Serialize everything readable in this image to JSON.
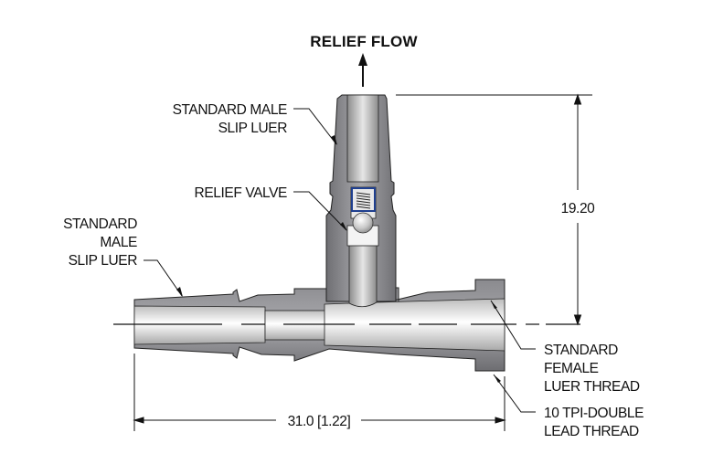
{
  "title": "RELIEF FLOW",
  "labels": {
    "top_male_luer": [
      "STANDARD MALE",
      "SLIP LUER"
    ],
    "relief_valve": [
      "RELIEF VALVE"
    ],
    "side_male_luer": [
      "STANDARD",
      "MALE",
      "SLIP LUER"
    ],
    "female_luer": [
      "STANDARD",
      "FEMALE",
      "LUER THREAD"
    ],
    "thread": [
      "10 TPI-DOUBLE",
      "LEAD THREAD"
    ]
  },
  "dimensions": {
    "height": "19.20",
    "length": "31.0 [1.22]"
  },
  "colors": {
    "body_dark": "#6e6e72",
    "body_mid": "#9a9a9e",
    "bore_light": "#f2f2f2",
    "spring_blue": "#1f3f8f",
    "line": "#111111"
  }
}
